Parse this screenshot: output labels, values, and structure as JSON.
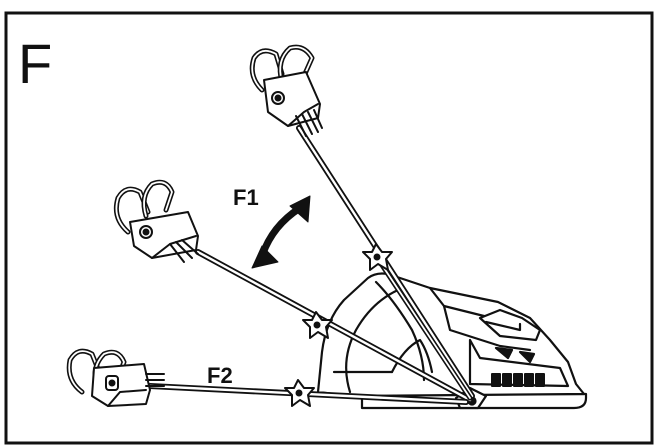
{
  "panel": {
    "letter": "F"
  },
  "positions": {
    "f1_label": "F1",
    "f2_label": "F2"
  },
  "icons": {
    "mower": "lawn-mower-deck",
    "handle": "handle-grip",
    "knob": "star-knob",
    "arrow": "double-curved-arrow"
  },
  "colors": {
    "line": "#111111",
    "background": "#ffffff"
  }
}
